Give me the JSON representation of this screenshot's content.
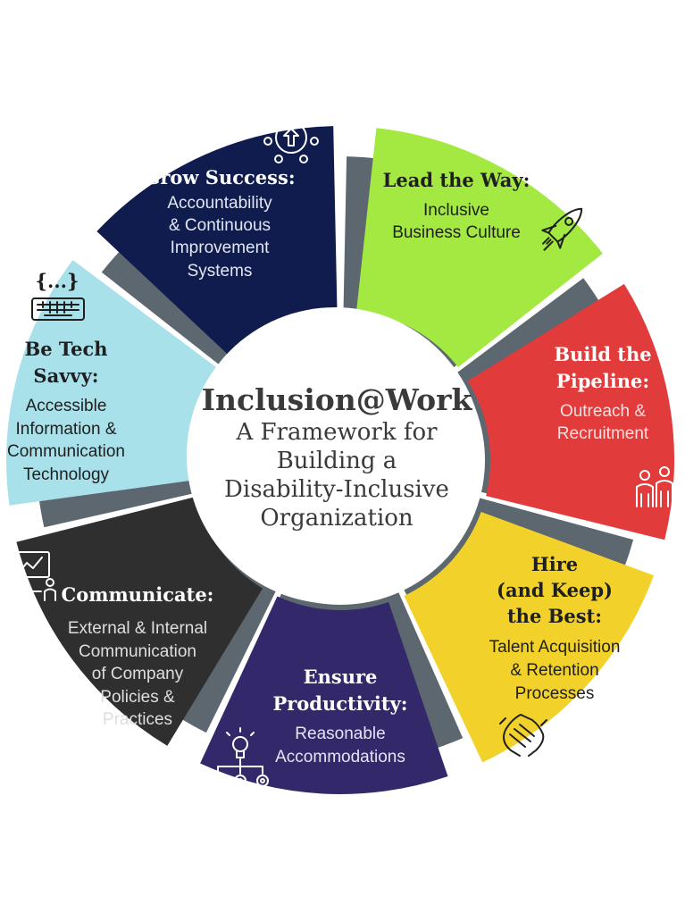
{
  "center": {
    "title": "Inclusion@Work",
    "subtitle_lines": [
      "A Framework for",
      "Building a",
      "Disability-Inclusive",
      "Organization"
    ]
  },
  "segments": [
    {
      "id": "lead-the-way",
      "title_lines": [
        "Lead the Way:"
      ],
      "body_lines": [
        "Inclusive",
        "Business Culture"
      ],
      "color": "#a4e842",
      "text_color": "#1f1f1f",
      "icon": "rocket-icon"
    },
    {
      "id": "build-the-pipeline",
      "title_lines": [
        "Build the",
        "Pipeline:"
      ],
      "body_lines": [
        "Outreach &",
        "Recruitment"
      ],
      "color": "#e23b3b",
      "text_color": "#ffffff",
      "icon": "people-icon"
    },
    {
      "id": "hire-and-keep",
      "title_lines": [
        "Hire",
        "(and Keep)",
        "the Best:"
      ],
      "body_lines": [
        "Talent Acquisition",
        "& Retention",
        "Processes"
      ],
      "color": "#f2d22a",
      "text_color": "#1f1f1f",
      "icon": "handshake-icon"
    },
    {
      "id": "ensure-productivity",
      "title_lines": [
        "Ensure",
        "Productivity:"
      ],
      "body_lines": [
        "Reasonable",
        "Accommodations"
      ],
      "color": "#33286a",
      "text_color": "#ffffff",
      "icon": "lightbulb-gears-icon"
    },
    {
      "id": "communicate",
      "title_lines": [
        "Communicate:"
      ],
      "body_lines": [
        "External & Internal",
        "Communication",
        "of Company",
        "Policies &",
        "Practices"
      ],
      "color": "#2f2f2f",
      "text_color": "#ffffff",
      "icon": "presentation-icon"
    },
    {
      "id": "be-tech-savvy",
      "title_lines": [
        "Be Tech",
        "Savvy:"
      ],
      "body_lines": [
        "Accessible",
        "Information &",
        "Communication",
        "Technology"
      ],
      "color": "#a8e1ea",
      "text_color": "#1f1f1f",
      "icon": "keyboard-code-icon"
    },
    {
      "id": "grow-success",
      "title_lines": [
        "Grow Success:"
      ],
      "body_lines": [
        "Accountability",
        "& Continuous",
        "Improvement",
        "Systems"
      ],
      "color": "#0f1c4d",
      "text_color": "#ffffff",
      "icon": "network-upload-icon"
    }
  ],
  "keyboard_icon_text": "{...}"
}
